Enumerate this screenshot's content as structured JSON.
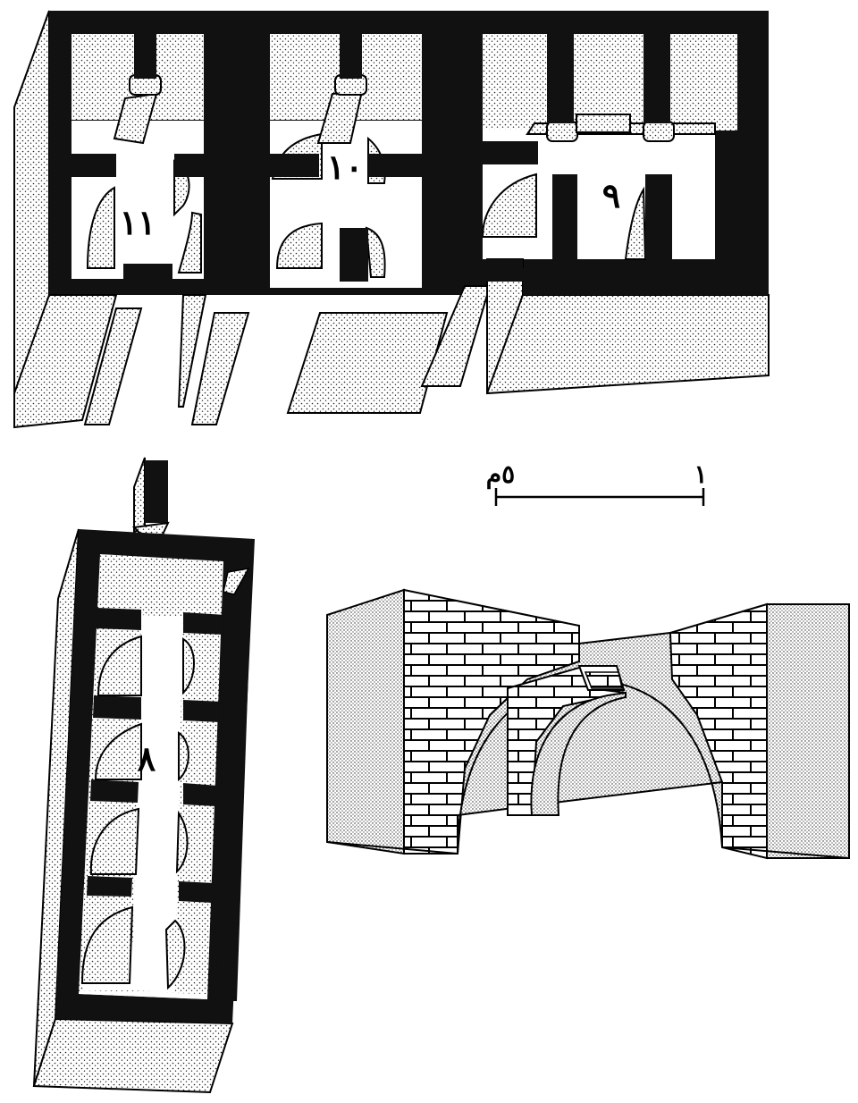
{
  "labels": {
    "room_8": "٨",
    "room_9": "٩",
    "room_10": "١٠",
    "room_11": "١١"
  },
  "scale": {
    "left_label": "٥م",
    "right_label": "١"
  },
  "colors": {
    "wall": "#111111",
    "stipple_dot": "#222222",
    "background": "#ffffff"
  }
}
